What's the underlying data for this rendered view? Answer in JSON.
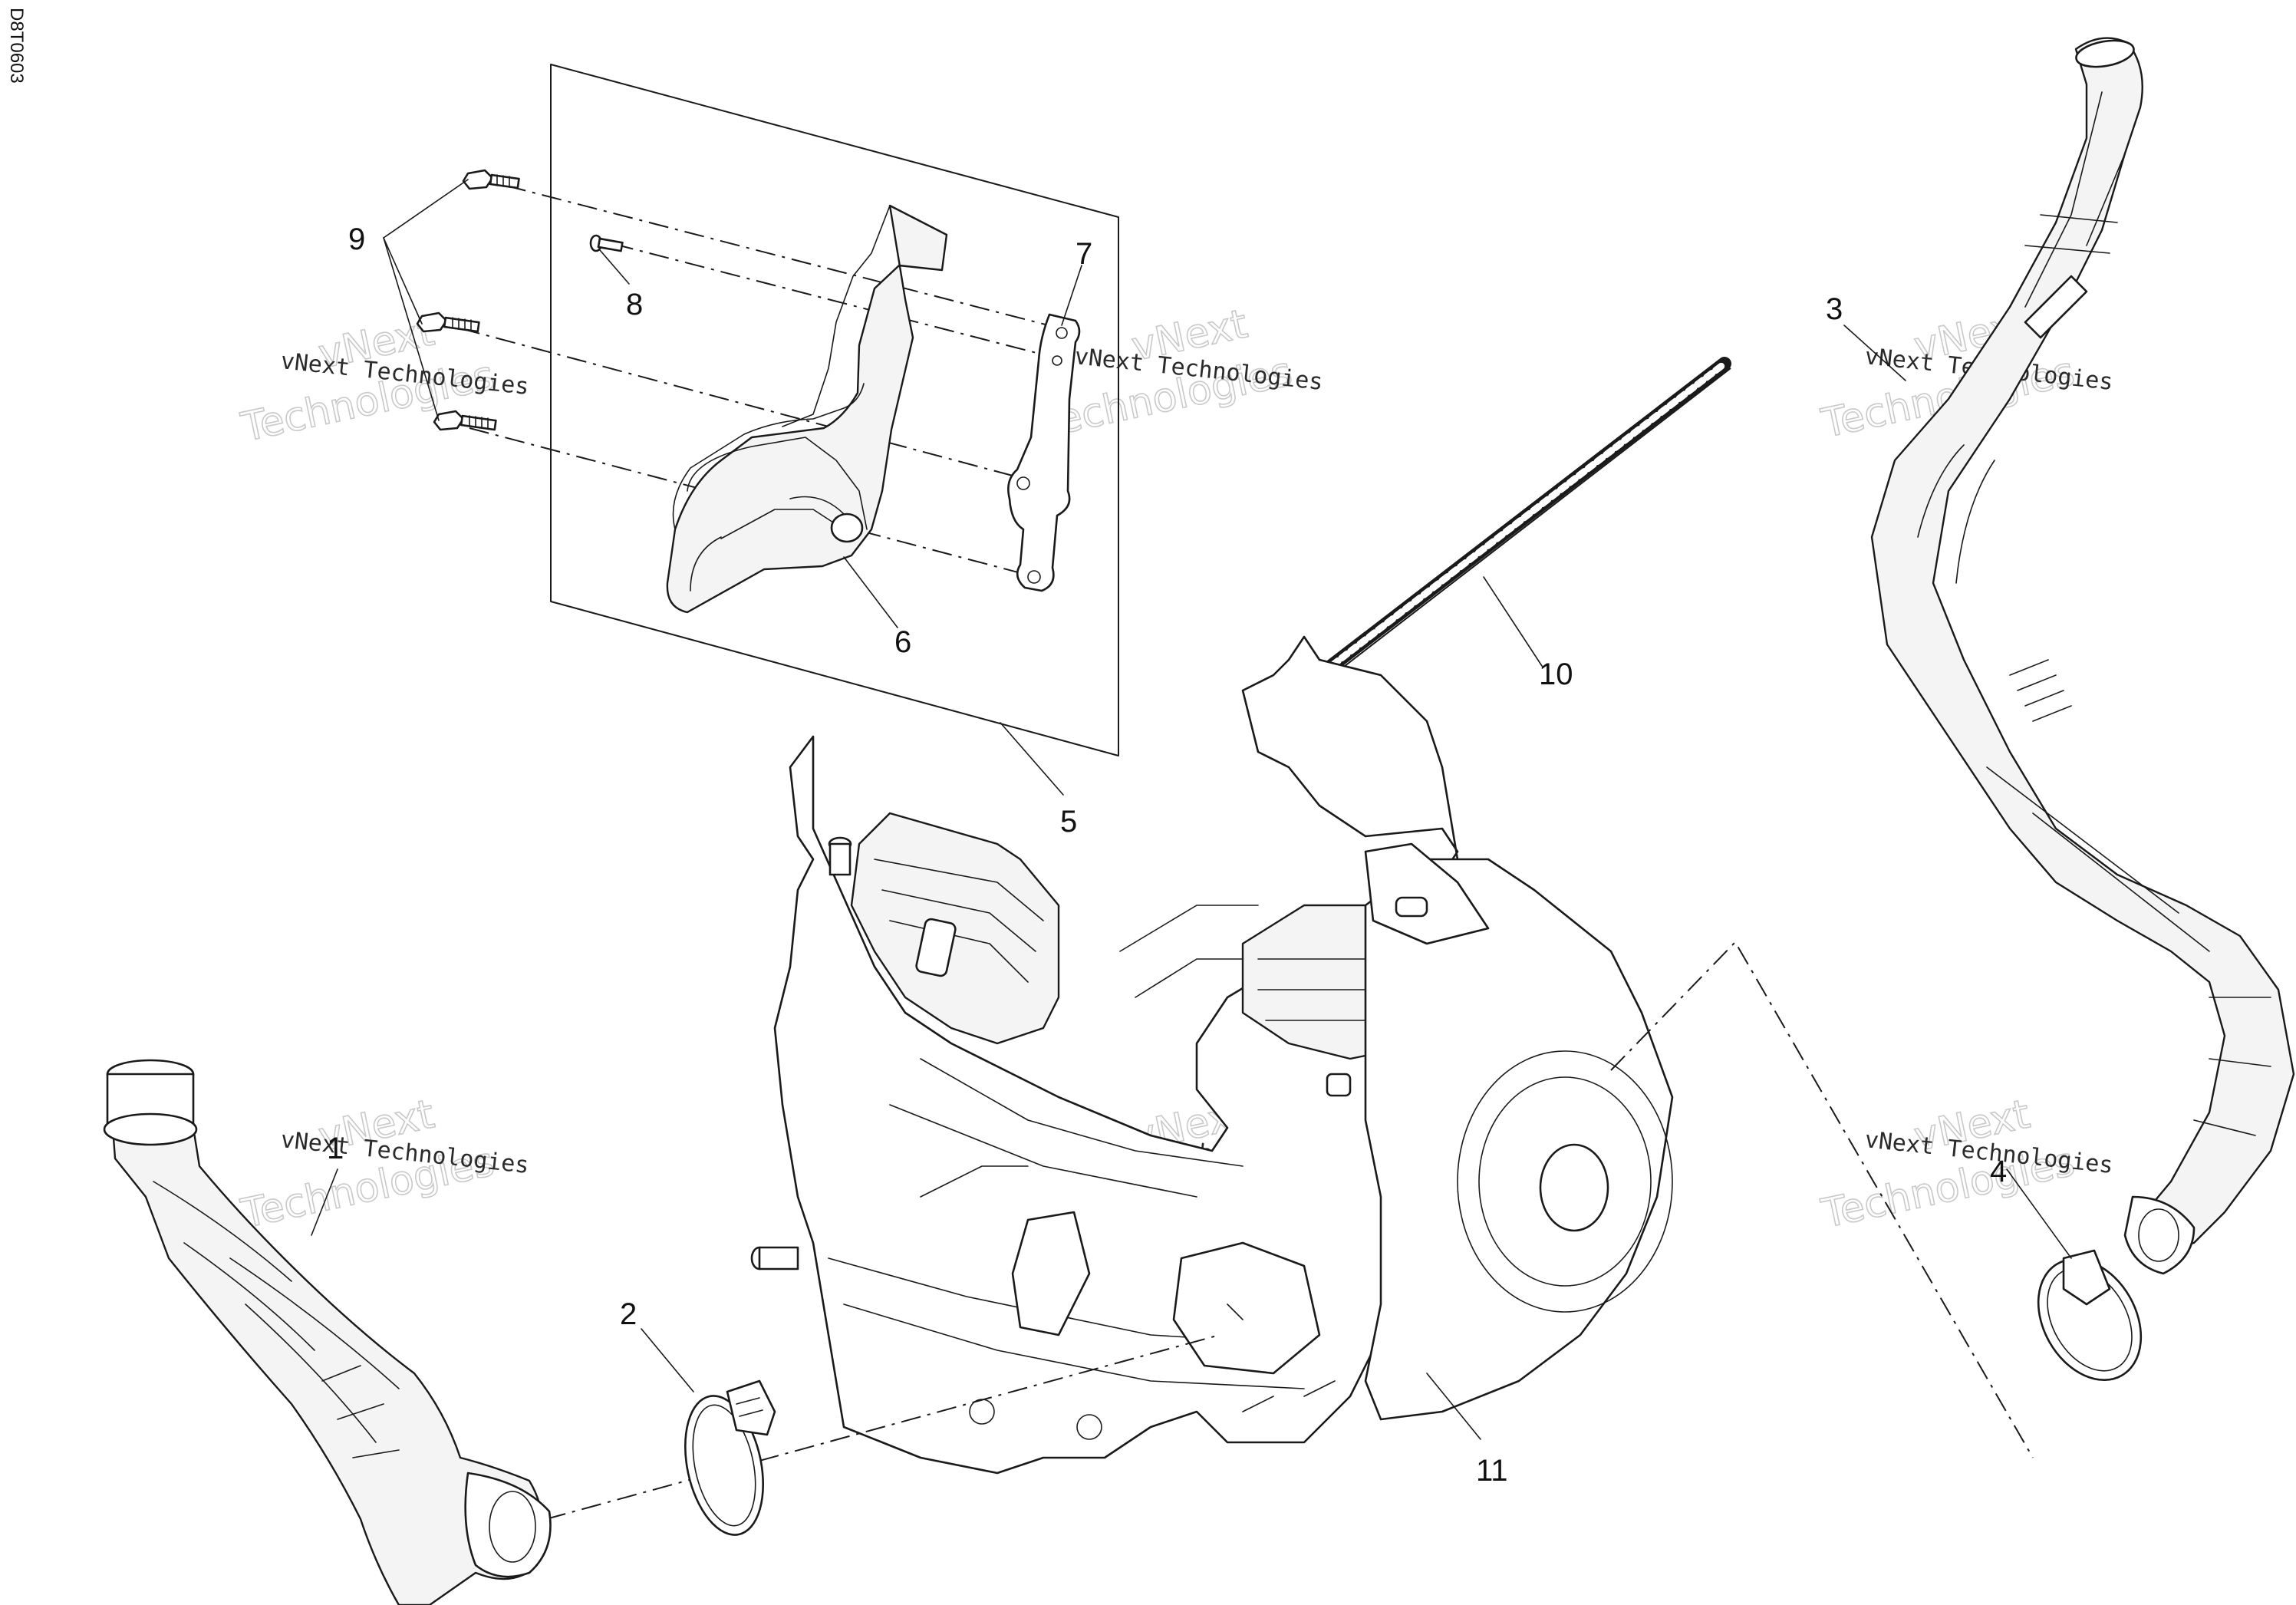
{
  "drawing_code": "D8T0603",
  "callouts": [
    {
      "id": "1",
      "label": "1"
    },
    {
      "id": "2",
      "label": "2"
    },
    {
      "id": "3",
      "label": "3"
    },
    {
      "id": "4",
      "label": "4"
    },
    {
      "id": "5",
      "label": "5"
    },
    {
      "id": "6",
      "label": "6"
    },
    {
      "id": "7",
      "label": "7"
    },
    {
      "id": "8",
      "label": "8"
    },
    {
      "id": "9",
      "label": "9"
    },
    {
      "id": "10",
      "label": "10"
    },
    {
      "id": "11",
      "label": "11"
    }
  ],
  "watermark": {
    "line1": "vNext Technologies",
    "big1": "vNext",
    "big2": "Technologies"
  }
}
